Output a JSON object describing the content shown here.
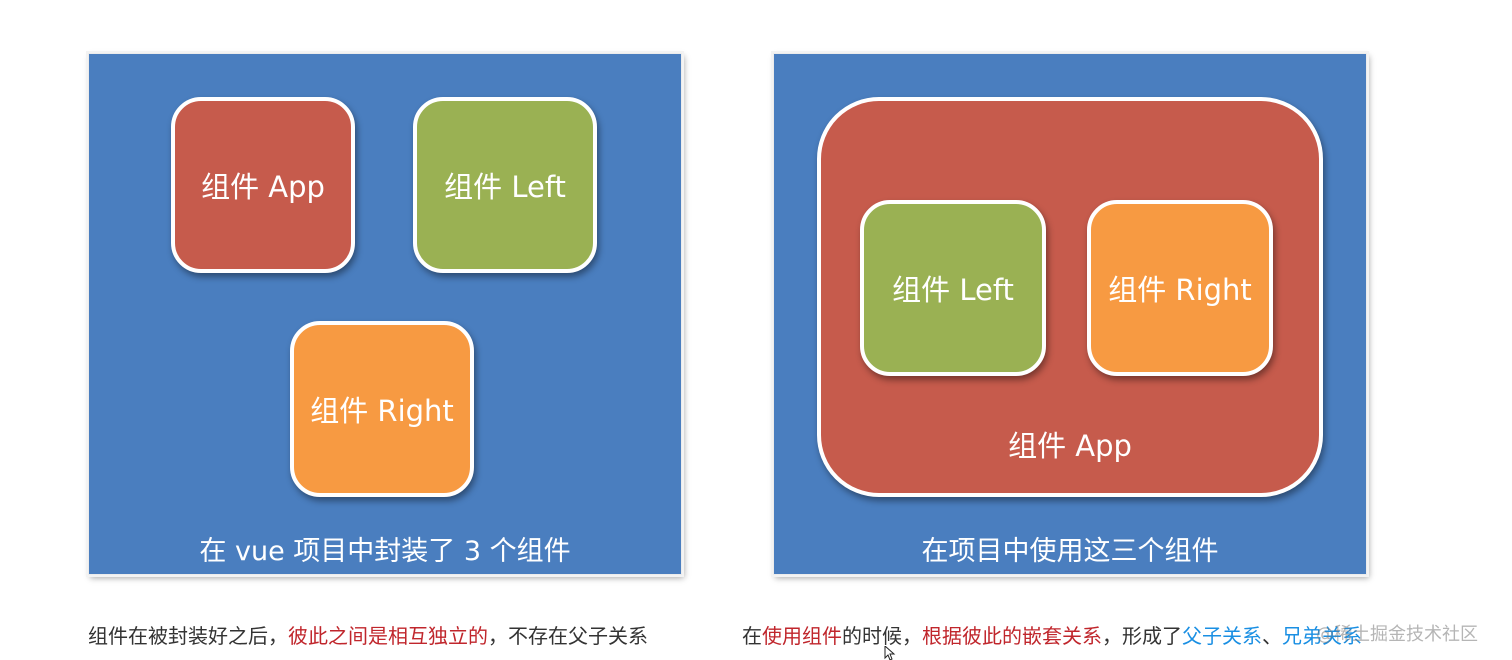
{
  "left_panel": {
    "box_app": "组件 App",
    "box_left": "组件 Left",
    "box_right": "组件 Right",
    "caption": "在 vue 项目中封装了 3 个组件"
  },
  "right_panel": {
    "box_app": "组件 App",
    "box_left": "组件 Left",
    "box_right": "组件 Right",
    "caption": "在项目中使用这三个组件"
  },
  "notes": {
    "left": {
      "part1": "组件在被封装好之后，",
      "part2": "彼此之间是相互独立的",
      "part3": "，不存在父子关系"
    },
    "right": {
      "part1": "在",
      "part2": "使用组件",
      "part3": "的时候，",
      "part4": "根据彼此的嵌套关系",
      "part5": "，形成了",
      "part6": "父子关系",
      "part7": "、",
      "part8": "兄弟关系"
    }
  },
  "watermark": "@稀土掘金技术社区",
  "colors": {
    "panel": "#4a7ebf",
    "app": "#c65b4c",
    "left": "#9ab153",
    "right": "#f79a42",
    "highlight_red": "#c0262c",
    "highlight_blue": "#1a8fe3"
  }
}
